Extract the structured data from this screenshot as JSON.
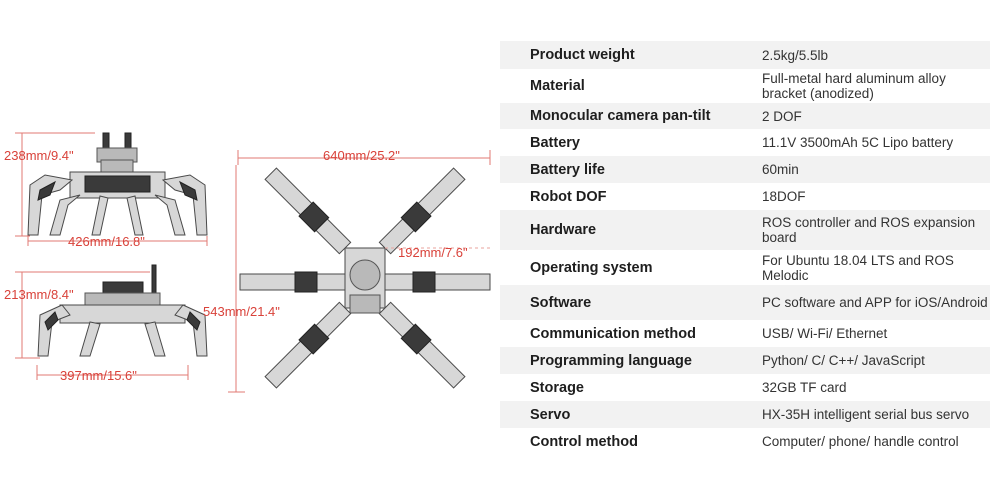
{
  "dimensions": {
    "top_height": "238mm/9.4\"",
    "top_length": "426mm/16.8\"",
    "bottom_height": "213mm/8.4\"",
    "bottom_length": "397mm/15.6\"",
    "plan_width": "640mm/25.2\"",
    "plan_depth": "543mm/21.4\"",
    "plan_leg": "192mm/7.6\""
  },
  "specs": [
    {
      "label": "Product weight",
      "value": "2.5kg/5.5lb"
    },
    {
      "label": "Material",
      "value": "Full-metal hard aluminum alloy bracket (anodized)"
    },
    {
      "label": "Monocular camera pan-tilt",
      "value": "2 DOF"
    },
    {
      "label": "Battery",
      "value": "11.1V 3500mAh 5C Lipo battery"
    },
    {
      "label": "Battery life",
      "value": "60min"
    },
    {
      "label": "Robot DOF",
      "value": "18DOF"
    },
    {
      "label": "Hardware",
      "value": "ROS controller and ROS expansion board"
    },
    {
      "label": "Operating system",
      "value": "For Ubuntu 18.04 LTS and ROS Melodic"
    },
    {
      "label": "Software",
      "value": "PC software and APP for iOS/Android"
    },
    {
      "label": "Communication method",
      "value": "USB/ Wi-Fi/ Ethernet"
    },
    {
      "label": "Programming language",
      "value": "Python/ C/ C++/ JavaScript"
    },
    {
      "label": "Storage",
      "value": "32GB TF card"
    },
    {
      "label": "Servo",
      "value": "HX-35H intelligent serial bus servo"
    },
    {
      "label": "Control method",
      "value": "Computer/ phone/ handle control"
    }
  ]
}
